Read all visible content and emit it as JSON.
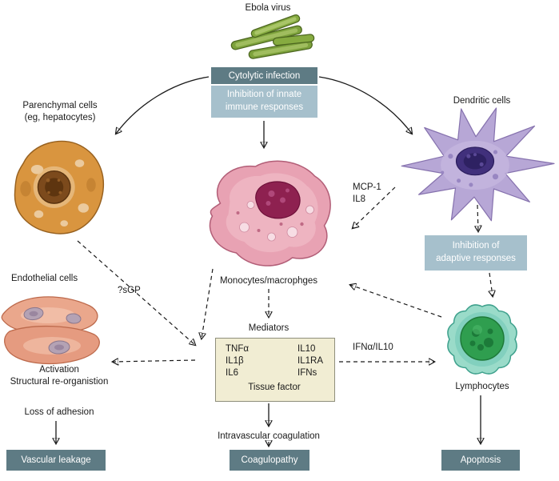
{
  "colors": {
    "dark_box_bg": "#5e7b84",
    "light_box_bg": "#a6c0cc",
    "box_text": "#ffffff",
    "mediators_box_bg": "#f1edd3",
    "mediators_box_border": "#8f8f7c",
    "arrow": "#1a1a1a",
    "virus_green": "#7da23c"
  },
  "nodes": {
    "ebola_virus_label": "Ebola virus",
    "cytolytic_infection": "Cytolytic infection",
    "inhibition_innate": "Inhibition of innate immune responses",
    "parenchymal_cells_line1": "Parenchymal cells",
    "parenchymal_cells_line2": "(eg, hepatocytes)",
    "dendritic_cells": "Dendritic cells",
    "monocytes_macrophages": "Monocytes/macrophges",
    "inhibition_adaptive": "Inhibition of adaptive responses",
    "endothelial_cells": "Endothelial cells",
    "mediators": "Mediators",
    "lymphocytes": "Lymphocytes",
    "vascular_leakage": "Vascular leakage",
    "coagulopathy": "Coagulopathy",
    "apoptosis": "Apoptosis"
  },
  "edge_labels": {
    "mcp1": "MCP-1",
    "il8": "IL8",
    "sgp": "?sGP",
    "ifna_il10": "IFNα/IL10"
  },
  "mediators_box": {
    "left_column": [
      "TNFα",
      "IL1β",
      "IL6"
    ],
    "right_column": [
      "IL10",
      "IL1RA",
      "IFNs"
    ],
    "footer": "Tissue factor"
  },
  "process_labels": {
    "activation": "Activation",
    "structural": "Structural re-organistion",
    "loss_of_adhesion": "Loss of adhesion",
    "intravascular_coagulation": "Intravascular coagulation"
  }
}
